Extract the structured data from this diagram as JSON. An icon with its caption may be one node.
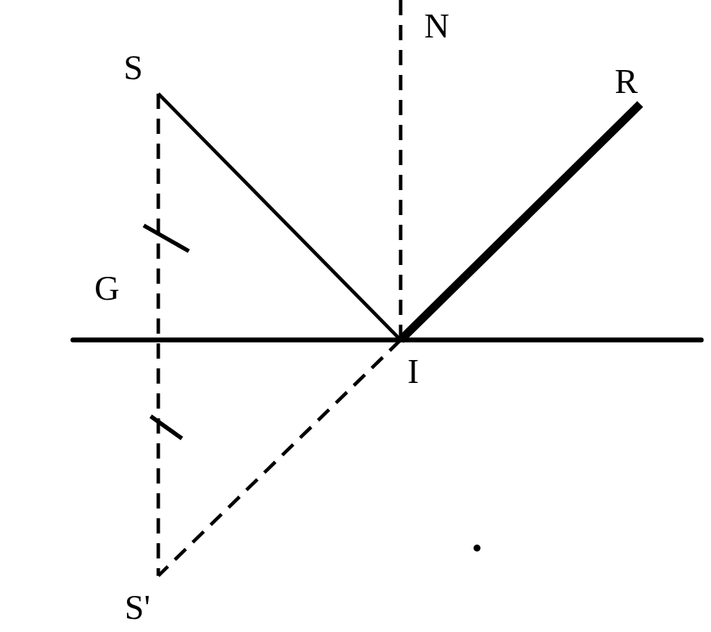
{
  "diagram": {
    "nodes": [
      {
        "text": [
          "S"
        ]
      },
      {
        "text": [
          "N"
        ]
      },
      {
        "text": [
          "R"
        ]
      },
      {
        "text": [
          "I"
        ]
      },
      {
        "text": [
          "S'"
        ]
      }
    ],
    "edges": [
      {
        "from": 0,
        "to": 3,
        "arrow": "none"
      },
      {
        "from": 3,
        "to": 2,
        "arrow": "none",
        "style": "thick"
      },
      {
        "from": 1,
        "to": 3,
        "arrow": "none",
        "style": "dashed"
      },
      {
        "from": 0,
        "to": 4,
        "arrow": "none",
        "style": "dashed"
      },
      {
        "from": 3,
        "to": 4,
        "arrow": "none",
        "style": "dashed"
      }
    ],
    "labels": [
      "G"
    ]
  }
}
